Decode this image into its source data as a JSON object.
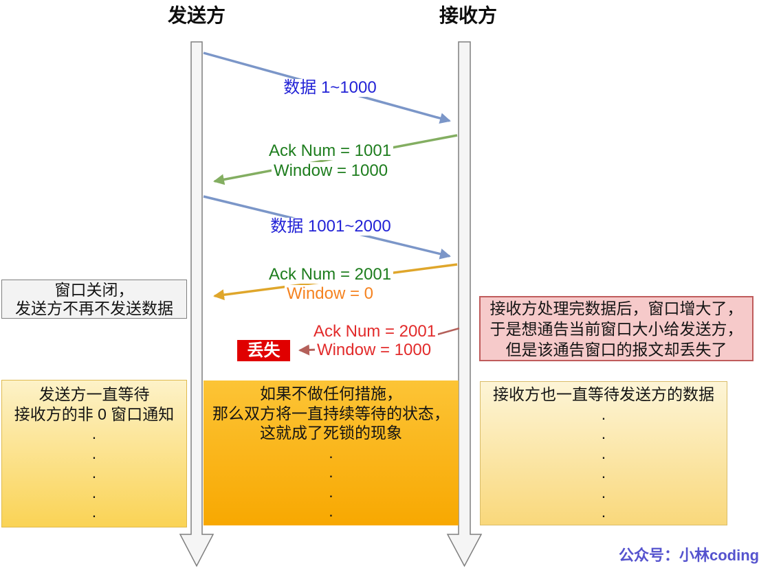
{
  "titles": {
    "sender": "发送方",
    "receiver": "接收方"
  },
  "messages": {
    "data1": "数据 1~1000",
    "ack1": "Ack Num = 1001",
    "win1": "Window = 1000",
    "data2": "数据 1001~2000",
    "ack2": "Ack Num = 2001",
    "win2": "Window = 0",
    "ack3": "Ack Num = 2001",
    "win3": "Window = 1000",
    "lost_badge": "丢失"
  },
  "notes": {
    "window_closed": "窗口关闭，\n发送方不再不发送数据",
    "receiver_note": "接收方处理完数据后，窗口增大了，\n于是想通告当前窗口大小给发送方，\n但是该通告窗口的报文却丢失了",
    "sender_wait": "发送方一直等待\n接收方的非 0 窗口通知\n.\n.\n.\n.\n.",
    "deadlock": "如果不做任何措施，\n那么双方将一直持续等待的状态，\n这就成了死锁的现象\n.\n.\n.\n.",
    "receiver_wait": "接收方也一直等待发送方的数据\n.\n.\n.\n.\n.\n."
  },
  "watermark": "公众号：小林coding",
  "colors": {
    "arrow_blue": "#7b96c8",
    "arrow_green": "#83ae61",
    "arrow_gold": "#dfa62b",
    "arrow_brick": "#b4605a",
    "text_blue": "#2222d6",
    "text_green": "#1e7d1e",
    "text_orange": "#f5821f",
    "text_red": "#e22b2b",
    "lost_badge_bg": "#e00000",
    "lifeline_fill": "#f5f5f5",
    "lifeline_stroke": "#7f7f7f",
    "watermark_color": "#5553ce"
  }
}
